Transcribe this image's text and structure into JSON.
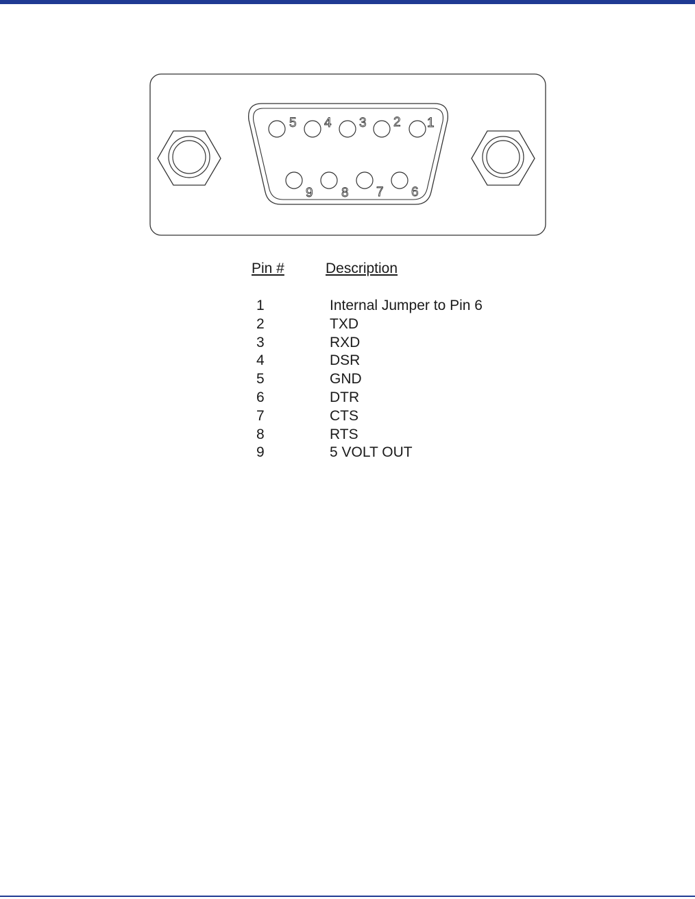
{
  "connector": {
    "top_pins": [
      "5",
      "4",
      "3",
      "2",
      "1"
    ],
    "bottom_pins": [
      "9",
      "8",
      "7",
      "6"
    ]
  },
  "table": {
    "header_pin": "Pin #",
    "header_description": "Description",
    "rows": [
      {
        "pin": "1",
        "description": "Internal Jumper to Pin 6"
      },
      {
        "pin": "2",
        "description": "TXD"
      },
      {
        "pin": "3",
        "description": "RXD"
      },
      {
        "pin": "4",
        "description": "DSR"
      },
      {
        "pin": "5",
        "description": "GND"
      },
      {
        "pin": "6",
        "description": "DTR"
      },
      {
        "pin": "7",
        "description": "CTS"
      },
      {
        "pin": "8",
        "description": "RTS"
      },
      {
        "pin": "9",
        "description": "5 VOLT OUT"
      }
    ]
  },
  "colors": {
    "accent_bar": "#1f3a93",
    "line": "#333333",
    "text": "#1a1a1a"
  }
}
